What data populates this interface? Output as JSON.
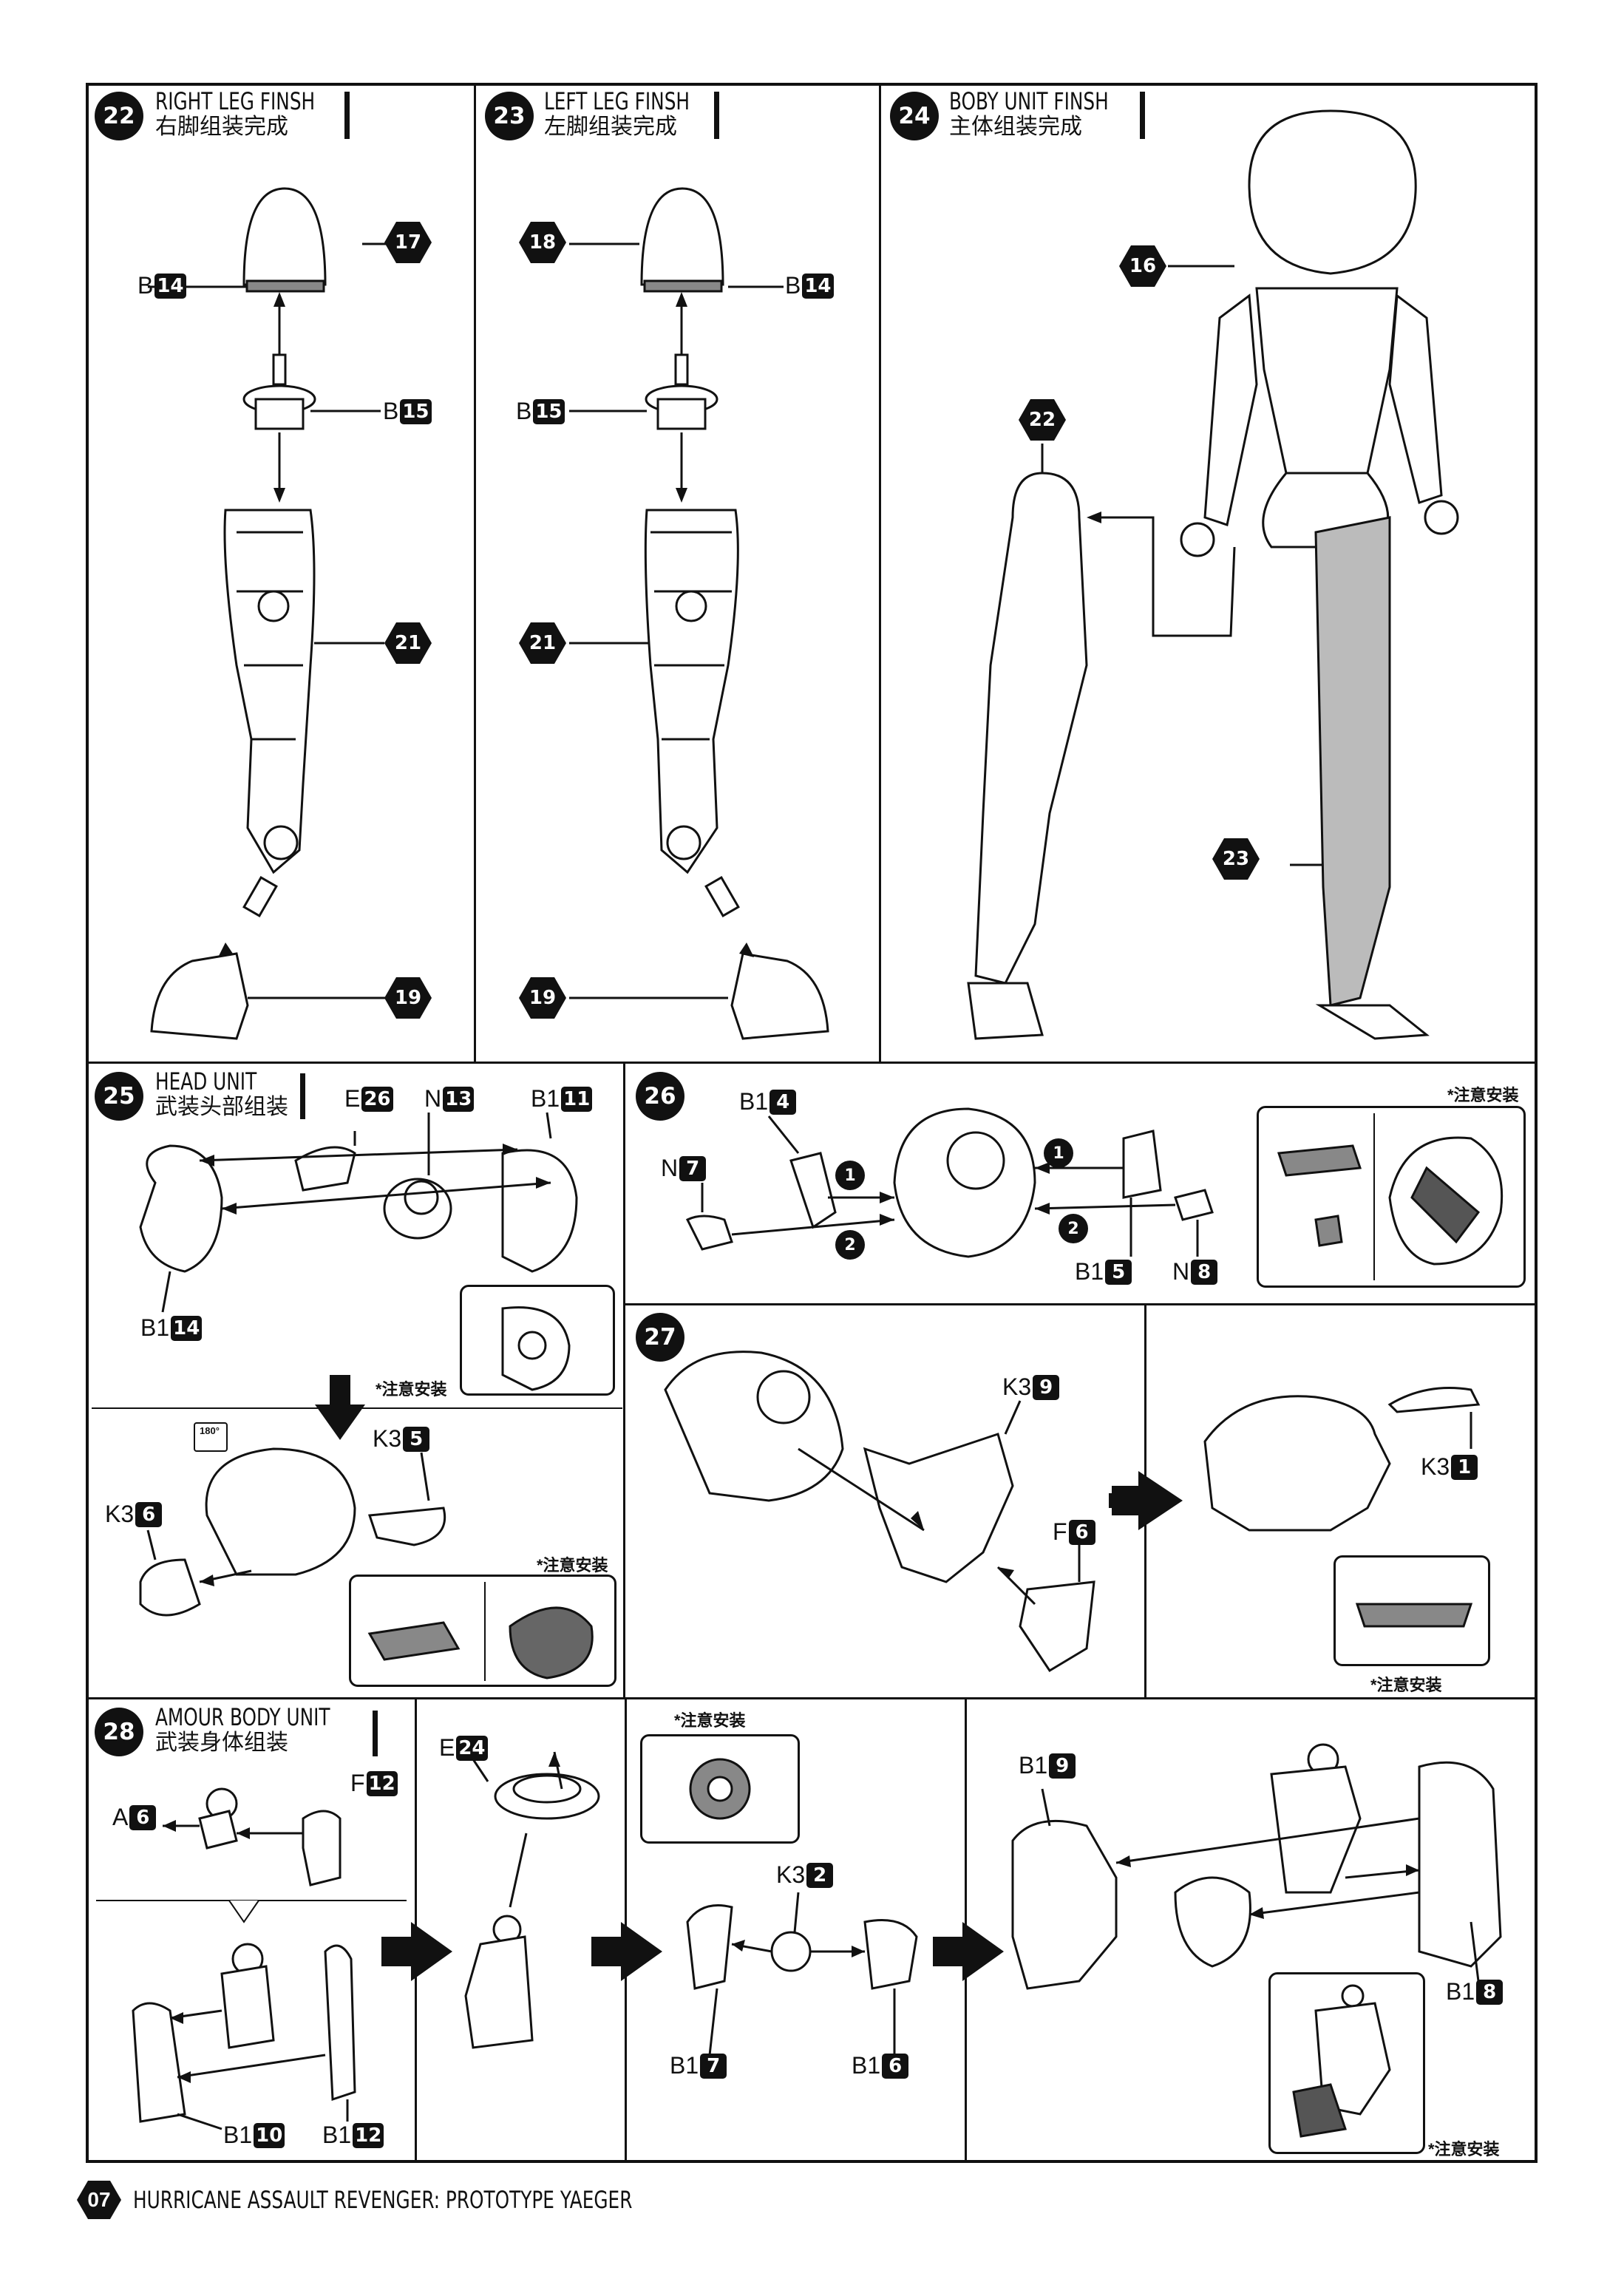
{
  "steps": {
    "s22": {
      "num": "22",
      "en": "RIGHT LEG FINSH",
      "zh": "右脚组装完成"
    },
    "s23": {
      "num": "23",
      "en": "LEFT LEG FINSH",
      "zh": "左脚组装完成"
    },
    "s24": {
      "num": "24",
      "en": "BOBY UNIT FINSH",
      "zh": "主体组装完成"
    },
    "s25": {
      "num": "25",
      "en": "HEAD UNIT",
      "zh": "武装头部组装"
    },
    "s26": {
      "num": "26"
    },
    "s27": {
      "num": "27"
    },
    "s28": {
      "num": "28",
      "en": "AMOUR BODY UNIT",
      "zh": "武装身体组装"
    }
  },
  "hex_refs": {
    "r17": "17",
    "r18": "18",
    "r21a": "21",
    "r21b": "21",
    "r19a": "19",
    "r19b": "19",
    "r16": "16",
    "r22": "22",
    "r23": "23"
  },
  "parts": {
    "p22_b14": {
      "letter": "B",
      "num": "14"
    },
    "p22_b15": {
      "letter": "B",
      "num": "15"
    },
    "p23_b14": {
      "letter": "B",
      "num": "14"
    },
    "p23_b15": {
      "letter": "B",
      "num": "15"
    },
    "p25_e26": {
      "letter": "E",
      "num": "26"
    },
    "p25_n13": {
      "letter": "N",
      "num": "13"
    },
    "p25_b111": {
      "letter": "B1",
      "num": "11"
    },
    "p25_b114": {
      "letter": "B1",
      "num": "14"
    },
    "p25_k35": {
      "letter": "K3",
      "num": "5"
    },
    "p25_k36": {
      "letter": "K3",
      "num": "6"
    },
    "p26_b14": {
      "letter": "B1",
      "num": "4"
    },
    "p26_n7": {
      "letter": "N",
      "num": "7"
    },
    "p26_b15": {
      "letter": "B1",
      "num": "5"
    },
    "p26_n8": {
      "letter": "N",
      "num": "8"
    },
    "p27_k39": {
      "letter": "K3",
      "num": "9"
    },
    "p27_f6": {
      "letter": "F",
      "num": "6"
    },
    "p27_k31": {
      "letter": "K3",
      "num": "1"
    },
    "p28_a6": {
      "letter": "A",
      "num": "6"
    },
    "p28_f12": {
      "letter": "F",
      "num": "12"
    },
    "p28_b110": {
      "letter": "B1",
      "num": "10"
    },
    "p28_b112": {
      "letter": "B1",
      "num": "12"
    },
    "p28_e24": {
      "letter": "E",
      "num": "24"
    },
    "p28_k32": {
      "letter": "K3",
      "num": "2"
    },
    "p28_b17": {
      "letter": "B1",
      "num": "7"
    },
    "p28_b16": {
      "letter": "B1",
      "num": "6"
    },
    "p28_b19": {
      "letter": "B1",
      "num": "9"
    },
    "p28_b18": {
      "letter": "B1",
      "num": "8"
    }
  },
  "order_marks": {
    "o1a": "1",
    "o2a": "2",
    "o1b": "1",
    "o2b": "2"
  },
  "notes": {
    "caution": "*注意安装",
    "rotate": "180°"
  },
  "footer": {
    "page": "07",
    "title": "HURRICANE ASSAULT REVENGER: PROTOTYPE YAEGER"
  }
}
